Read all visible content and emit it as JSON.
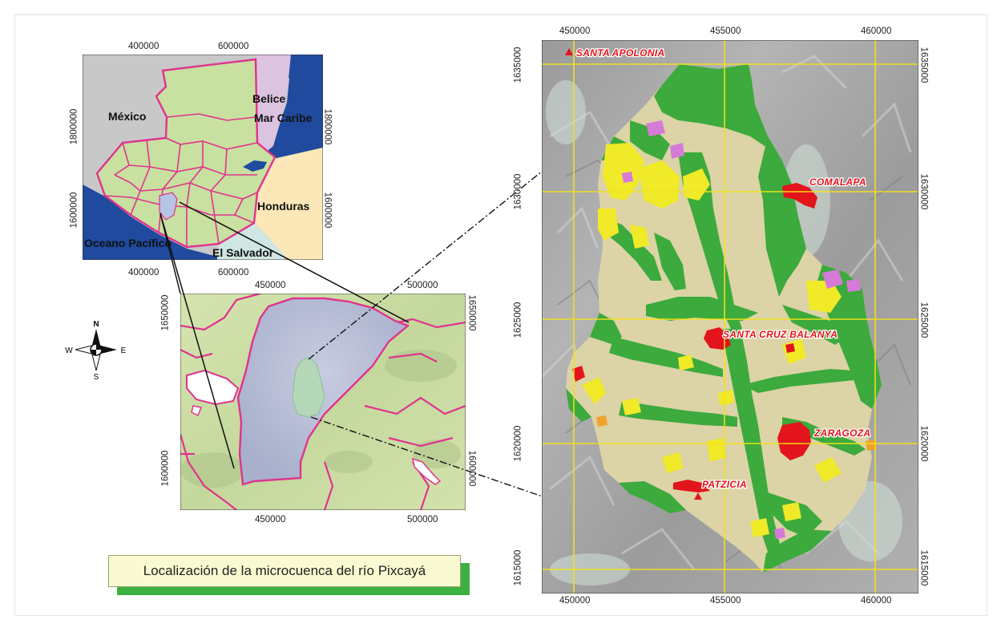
{
  "caption": "Localización de la microcuenca del río Pixcayá",
  "compass": {
    "n": "N",
    "s": "S",
    "e": "E",
    "w": "W"
  },
  "country_map": {
    "labels": {
      "mexico": "México",
      "belice": "Belice",
      "mar_caribe": "Mar Caribe",
      "honduras": "Honduras",
      "oceano": "Oceano Pacífico",
      "el_salvador": "El Salvador"
    },
    "x_ticks": [
      "400000",
      "600000"
    ],
    "y_ticks": [
      "1800000",
      "1600000"
    ]
  },
  "inset_map": {
    "x_ticks": [
      "450000",
      "500000"
    ],
    "y_ticks": [
      "1650000",
      "1600000"
    ]
  },
  "main_map": {
    "x_ticks": [
      "450000",
      "455000",
      "460000"
    ],
    "y_ticks": [
      "1635000",
      "1630000",
      "1625000",
      "1620000",
      "1615000"
    ],
    "towns": {
      "santa_apolonia": "SANTA APOLONIA",
      "comalapa": "COMALAPA",
      "santa_cruz": "SANTA CRUZ BALANYA",
      "zaragoza": "ZARAGOZA",
      "patzicia": "PATZICIA"
    }
  },
  "colors": {
    "forest": "#3caa3c",
    "agri": "#dcd3a6",
    "yellow": "#f0ea28",
    "pink": "#d67ad8",
    "urban": "#e3141c",
    "border": "#e0338e"
  }
}
